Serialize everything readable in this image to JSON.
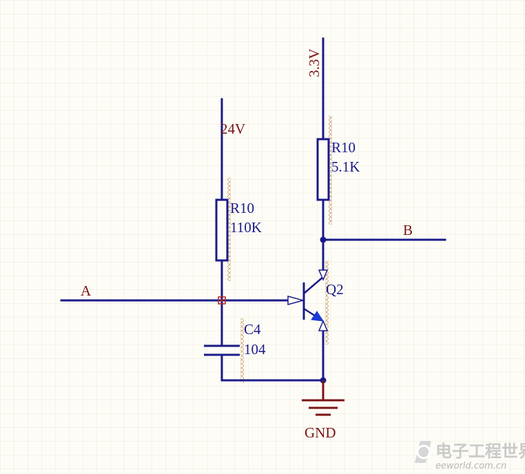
{
  "nets": {
    "input": "A",
    "output": "B",
    "supply_high": "24V",
    "supply_low": "3.3V",
    "ground": "GND"
  },
  "components": {
    "r_bias": {
      "ref": "R10",
      "value": "110K"
    },
    "r_pullup": {
      "ref": "R10",
      "value": "5.1K"
    },
    "capacitor": {
      "ref": "C4",
      "value": "104"
    },
    "transistor": {
      "ref": "Q2"
    }
  },
  "watermark": {
    "text": "电子工程世界",
    "url": "eeworld.com.cn"
  },
  "colors": {
    "wire": "#1a1a8a",
    "net_label": "#7a1414",
    "ground": "#7a1414",
    "junction": "#1a1a8a",
    "component_hatch": "#c9a070",
    "emitter_arrow": "#1a3ad8",
    "grid": "#eceadf",
    "background": "#fdfcf6"
  }
}
